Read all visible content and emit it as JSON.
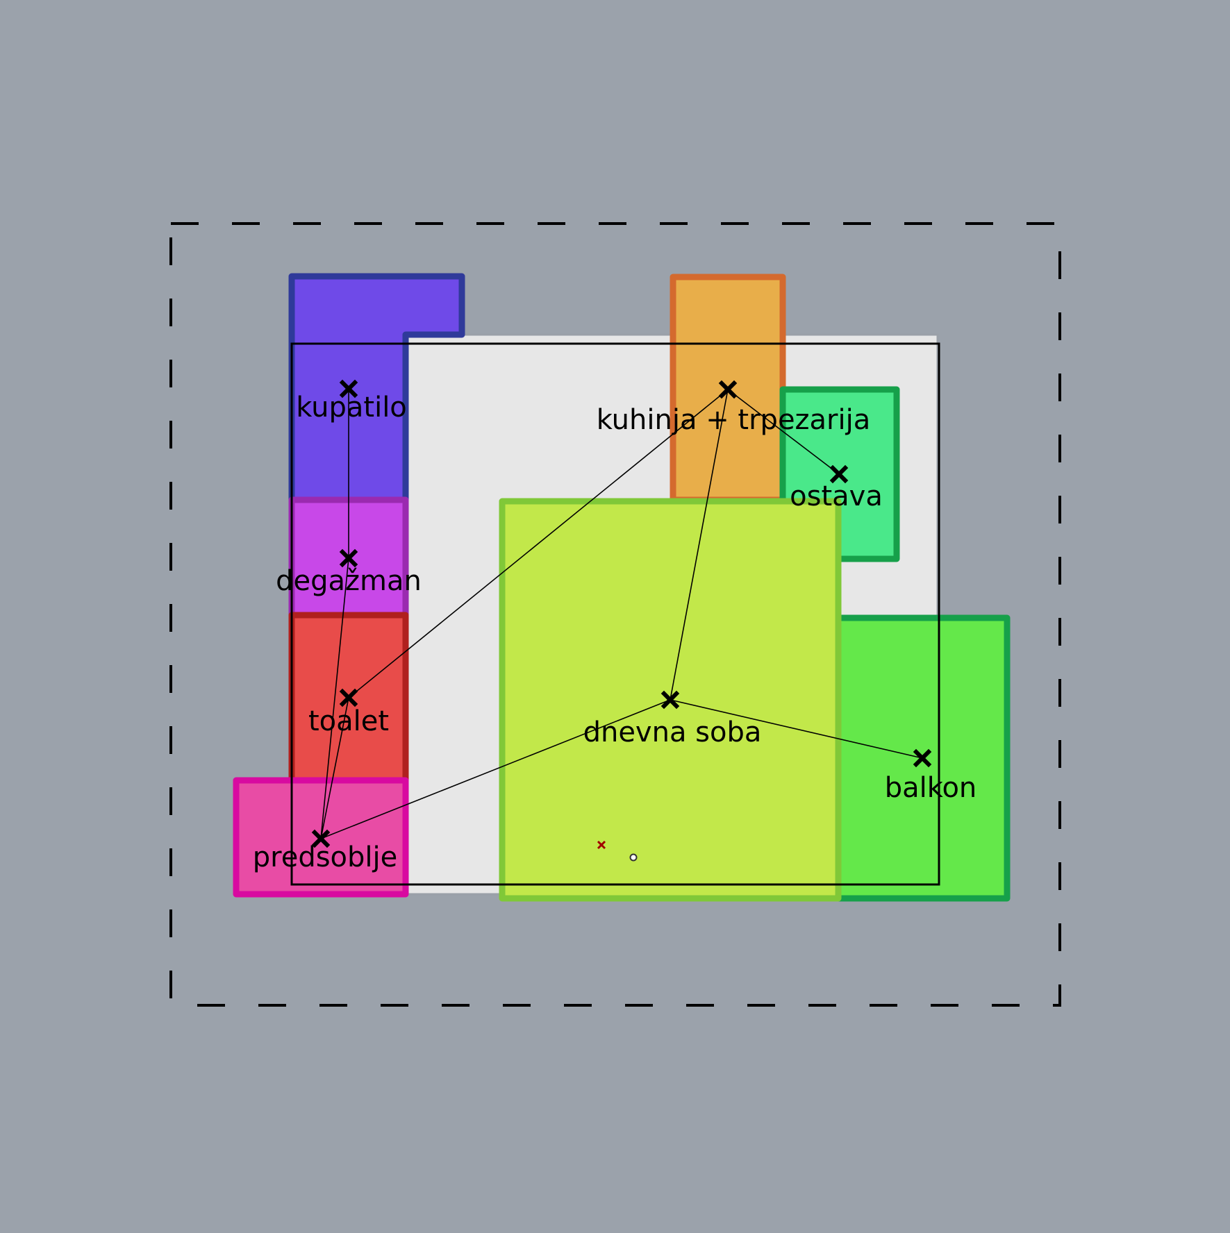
{
  "canvas": {
    "background": "#9ba2ab"
  },
  "floor_area": {
    "fill": "#e7e7e7",
    "stroke": "#9aa0a8"
  },
  "rooms": [
    {
      "id": "kupatilo",
      "label": "kupatilo",
      "fill": "#6f4ae8",
      "stroke": "#2f3a9a"
    },
    {
      "id": "degazman",
      "label": "degažman",
      "fill": "#c848e8",
      "stroke": "#9a2ab0"
    },
    {
      "id": "toalet",
      "label": "toalet",
      "fill": "#e84c4a",
      "stroke": "#b0201e"
    },
    {
      "id": "predsoblje",
      "label": "predsoblje",
      "fill": "#e84ca5",
      "stroke": "#d80aa0"
    },
    {
      "id": "kuhinja",
      "label": "kuhinja + trpezarija",
      "fill": "#e8ae4a",
      "stroke": "#d46a2e"
    },
    {
      "id": "ostava",
      "label": "ostava",
      "fill": "#4ae88a",
      "stroke": "#16a04a"
    },
    {
      "id": "dnevna-soba",
      "label": "dnevna soba",
      "fill": "#c2e84a",
      "stroke": "#80c838"
    },
    {
      "id": "balkon",
      "label": "balkon",
      "fill": "#64e84a",
      "stroke": "#16a04a"
    }
  ],
  "connections": [
    [
      "kupatilo",
      "degazman"
    ],
    [
      "degazman",
      "predsoblje"
    ],
    [
      "toalet",
      "predsoblje"
    ],
    [
      "toalet",
      "kuhinja"
    ],
    [
      "kuhinja",
      "ostava"
    ],
    [
      "kuhinja",
      "dnevna-soba"
    ],
    [
      "dnevna-soba",
      "predsoblje"
    ],
    [
      "dnevna-soba",
      "balkon"
    ]
  ],
  "markers": {
    "node_color": "#000000",
    "small_cross_color": "#a00000"
  }
}
